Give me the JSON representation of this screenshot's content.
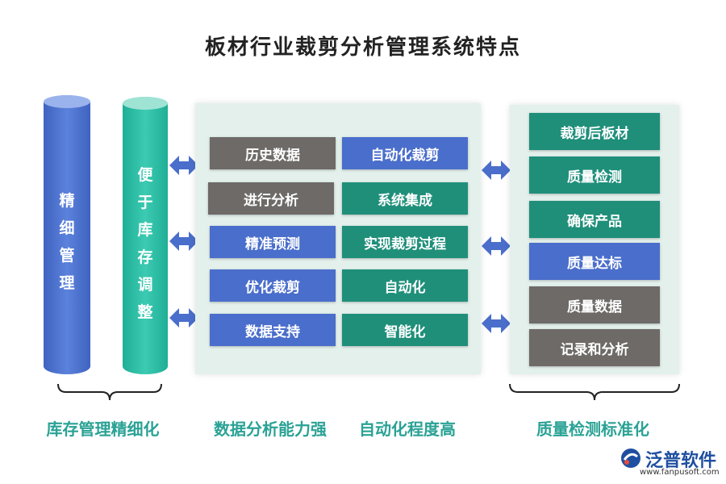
{
  "title": "板材行业裁剪分析管理系统特点",
  "left": {
    "cylinder1": [
      "精",
      "细",
      "管",
      "理"
    ],
    "cylinder2": [
      "便",
      "于",
      "库",
      "存",
      "调",
      "整"
    ],
    "caption": "库存管理精细化"
  },
  "middle": {
    "col1": [
      "历史数据",
      "进行分析",
      "精准预测",
      "优化裁剪",
      "数据支持"
    ],
    "col2": [
      "自动化裁剪",
      "系统集成",
      "实现裁剪过程",
      "自动化",
      "智能化"
    ],
    "caption1": "数据分析能力强",
    "caption2": "自动化程度高"
  },
  "right": {
    "items": [
      "裁剪后板材",
      "质量检测",
      "确保产品",
      "质量达标",
      "质量数据",
      "记录和分析"
    ],
    "caption": "质量检测标准化"
  },
  "logo": {
    "name": "泛普软件",
    "url": "www.fanpusoft.com"
  },
  "colors": {
    "gray": "#6d6a67",
    "blue": "#4a6ecb",
    "teal": "#1f8f7a",
    "caption": "#2aa295",
    "arrow": "#4a6ecb"
  }
}
